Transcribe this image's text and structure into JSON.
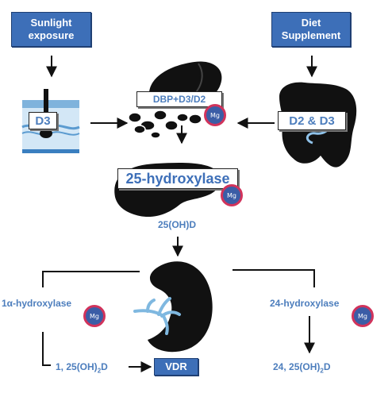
{
  "sources": {
    "sunlight": [
      "Sunlight",
      "exposure"
    ],
    "diet": [
      "Diet",
      "Supplement"
    ]
  },
  "skin_label": "D3",
  "liver_top_label": "DBP+D3/D2",
  "intestine_label": "D2 & D3",
  "enzyme_main": "25-hydroxylase",
  "metabolite_25": "25(OH)D",
  "enzyme_1a": "1α-hydroxylase",
  "enzyme_24": "24-hydroxylase",
  "product_active": {
    "prefix": "1, 25(OH)",
    "sub": "2",
    "suffix": "D"
  },
  "product_inactive": {
    "prefix": "24, 25(OH)",
    "sub": "2",
    "suffix": "D"
  },
  "receptor": "VDR",
  "mg_label": "Mg",
  "colors": {
    "box_blue": "#3d6fb8",
    "text_blue": "#4d7ebd",
    "mg_fill": "#3b5da6",
    "mg_ring": "#d1335b",
    "organ": "#111111"
  }
}
